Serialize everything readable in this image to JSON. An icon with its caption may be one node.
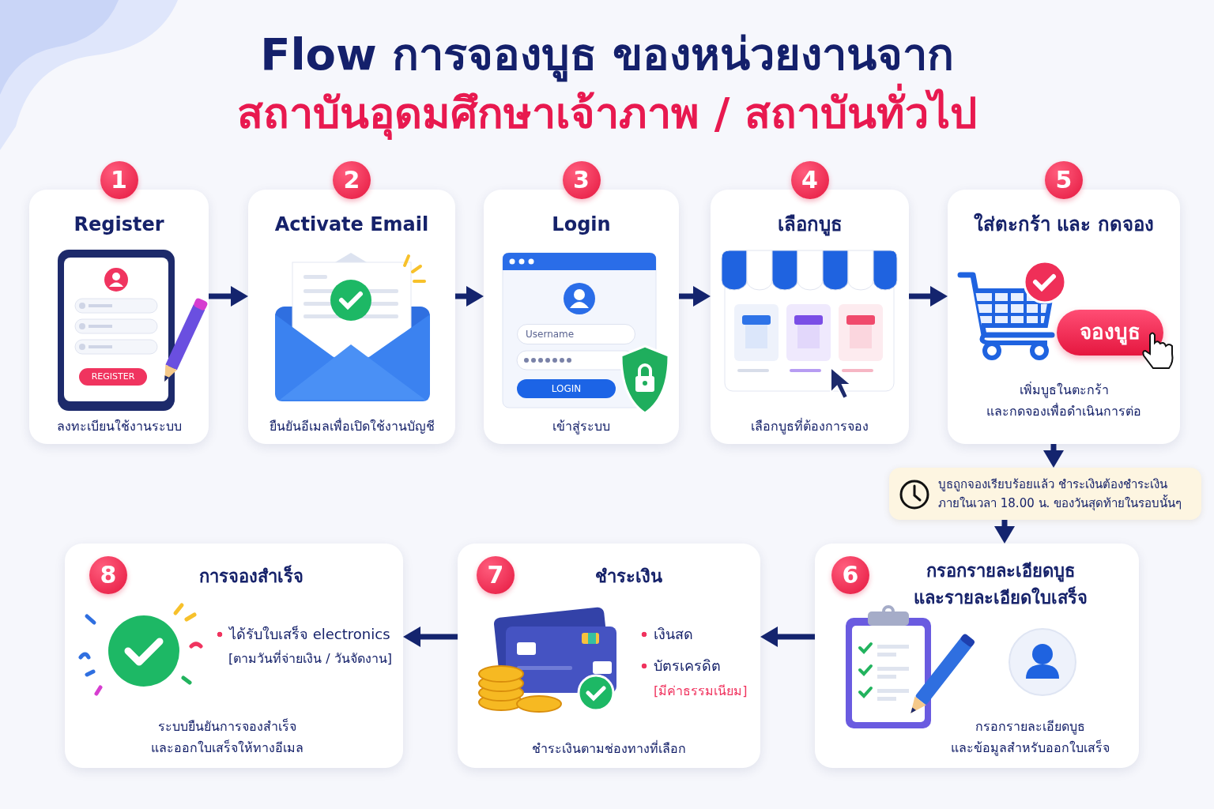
{
  "diagram": {
    "title": "Flow การจองบูธ ของหน่วยงานจาก",
    "nodes": [
      {
        "text": [
          "1",
          "Register",
          "REGISTER",
          "ลงทะเบียนใช้งานระบบ"
        ]
      },
      {
        "text": [
          "2",
          "Activate Email",
          "ยืนยันอีเมลเพื่อเปิดใช้งานบัญชี"
        ]
      },
      {
        "text": [
          "3",
          "Login",
          "Username",
          "LOGIN",
          "เข้าสู่ระบบ"
        ]
      },
      {
        "text": [
          "4",
          "เลือกบูธ",
          "เลือกบูธที่ต้องการจอง"
        ]
      },
      {
        "text": [
          "5",
          "ใส่ตะกร้า และ กดจอง",
          "จองบูธ",
          "เพิ่มบูธในตะกร้า และกดจองเพื่อดำเนินการต่อ"
        ]
      },
      {
        "text": [
          "บูธถูกจองเรียบร้อยแล้ว ชำระเงินต้องชำระเงิน ภายในเวลา 18.00 น. ของวันสุดท้ายในรอบนั้นๆ"
        ]
      },
      {
        "text": [
          "6",
          "กรอกรายละเอียดบูธ และรายละเอียดใบเสร็จ",
          "กรอกรายละเอียดบูธ และข้อมูลสำหรับออกใบเสร็จ"
        ]
      },
      {
        "text": [
          "7",
          "ชำระเงิน",
          "เงินสด",
          "บัตรเครดิต",
          "[มีค่าธรรมเนียม]",
          "ชำระเงินตามช่องทางที่เลือก"
        ]
      },
      {
        "text": [
          "8",
          "การจองสำเร็จ",
          "ได้รับใบเสร็จ electronics",
          "[ตามวันที่จ่ายเงิน / วันจัดงาน]",
          "ระบบยืนยันการจองสำเร็จ และออกใบเสร็จให้ทางอีเมล"
        ]
      }
    ],
    "edges": [
      {
        "from": 0,
        "to": 1,
        "arrow": "to"
      },
      {
        "from": 1,
        "to": 2,
        "arrow": "to"
      },
      {
        "from": 2,
        "to": 3,
        "arrow": "to"
      },
      {
        "from": 3,
        "to": 4,
        "arrow": "to"
      },
      {
        "from": 4,
        "to": 5,
        "arrow": "to"
      },
      {
        "from": 5,
        "to": 6,
        "arrow": "to"
      },
      {
        "from": 6,
        "to": 7,
        "arrow": "to"
      },
      {
        "from": 7,
        "to": 8,
        "arrow": "to"
      }
    ],
    "labels": [
      "สถาบันอุดมศึกษาเจ้าภาพ / สถาบันทั่วไป"
    ]
  }
}
